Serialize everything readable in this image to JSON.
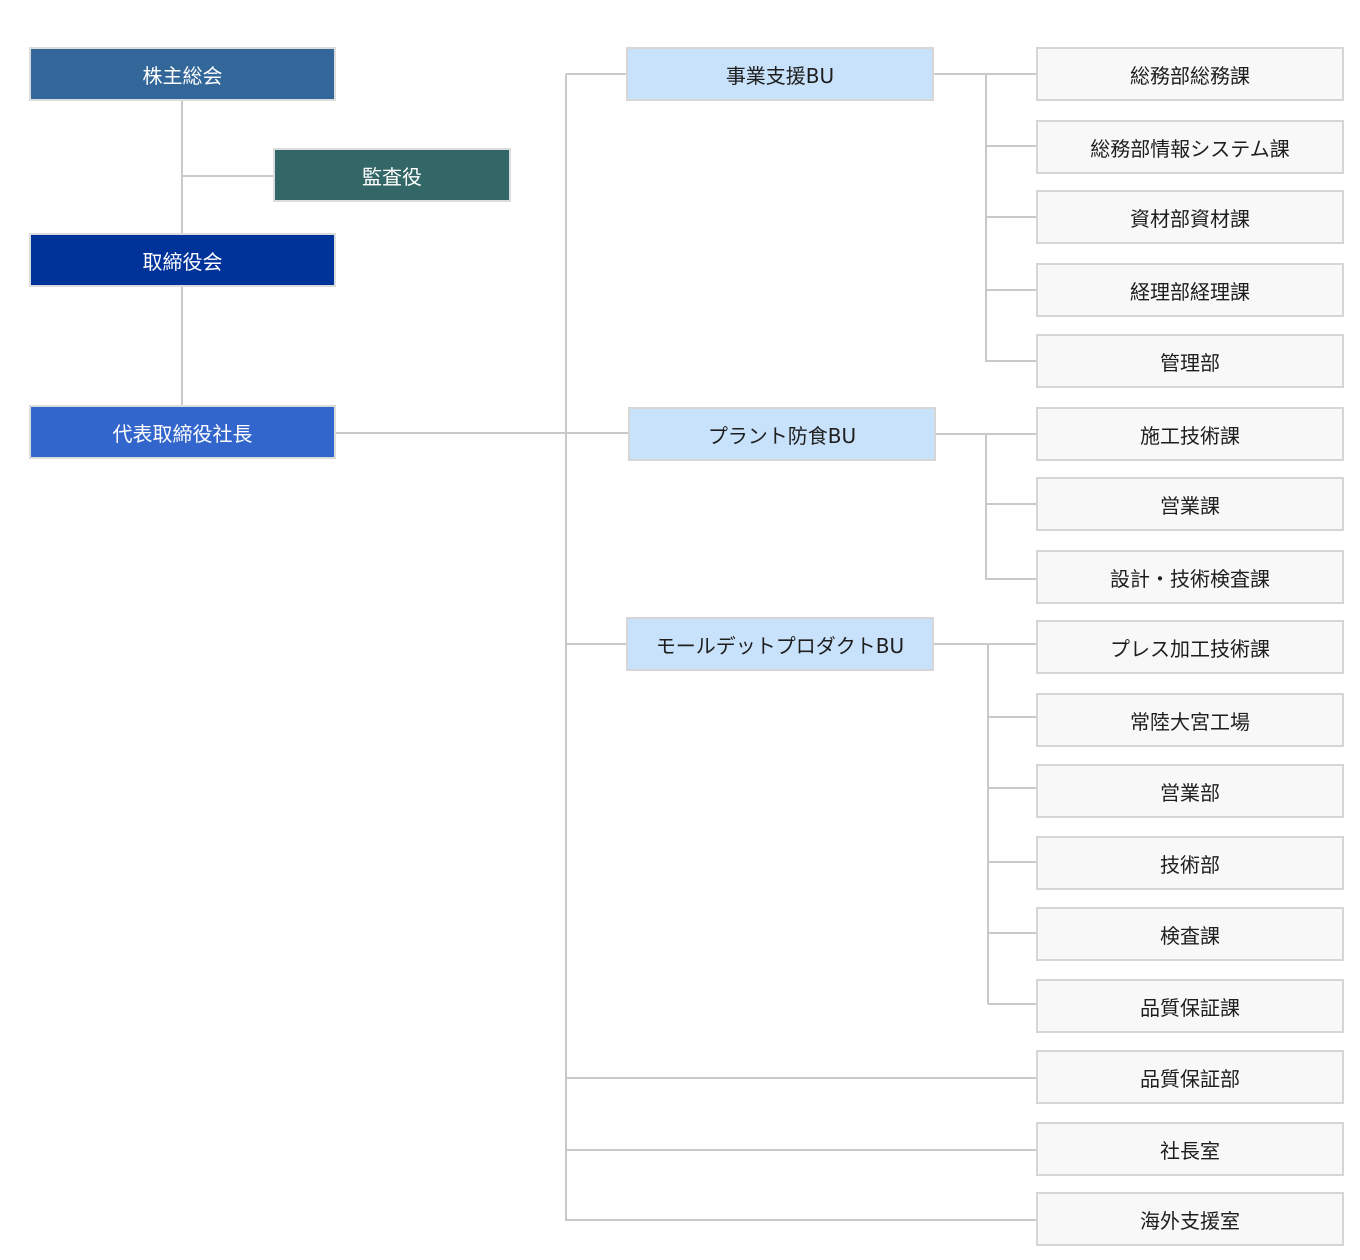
{
  "colors": {
    "shareholders": "#336699",
    "auditor": "#336666",
    "board": "#003399",
    "president": "#3366cc",
    "business_unit": "#c9e2fb",
    "department": "#f8f8f8",
    "connector": "#c9c9c9"
  },
  "org": {
    "shareholders": "株主総会",
    "auditor": "監査役",
    "board": "取締役会",
    "president": "代表取締役社長",
    "units": [
      {
        "name": "事業支援BU",
        "departments": [
          "総務部総務課",
          "総務部情報システム課",
          "資材部資材課",
          "経理部経理課",
          "管理部"
        ]
      },
      {
        "name": "プラント防食BU",
        "departments": [
          "施工技術課",
          "営業課",
          "設計・技術検査課"
        ]
      },
      {
        "name": "モールデットプロダクトBU",
        "departments": [
          "プレス加工技術課",
          "常陸大宮工場",
          "営業部",
          "技術部",
          "検査課",
          "品質保証課"
        ]
      }
    ],
    "direct_departments": [
      "品質保証部",
      "社長室",
      "海外支援室"
    ]
  }
}
